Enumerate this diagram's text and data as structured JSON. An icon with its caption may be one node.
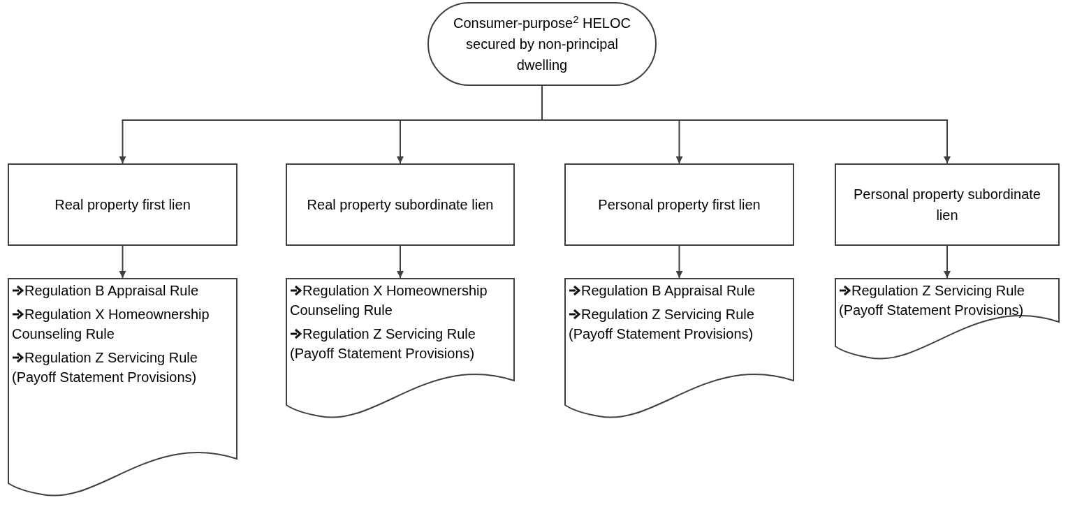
{
  "diagram": {
    "nodes": [
      {
        "text": [
          "Consumer-purpose$^{2}$ HELOC secured by non-principal dwelling"
        ]
      },
      {
        "text": [
          "Real property first lien"
        ]
      },
      {
        "text": [
          "Real property subordinate lien"
        ]
      },
      {
        "text": [
          "Personal property first lien"
        ]
      },
      {
        "text": [
          "Personal property subordinate lien"
        ]
      },
      {
        "text": [
          "Regulation B Appraisal Rule",
          "Regulation X Homeownership Counseling Rule",
          "Regulation Z Servicing Rule (Payoff Statement Provisions)"
        ]
      },
      {
        "text": [
          "Regulation X Homeownership Counseling Rule",
          "Regulation Z Servicing Rule (Payoff Statement Provisions)"
        ]
      },
      {
        "text": [
          "Regulation B Appraisal Rule",
          "Regulation Z Servicing Rule (Payoff Statement Provisions)"
        ]
      },
      {
        "text": [
          "Regulation Z Servicing Rule (Payoff Statement Provisions)"
        ]
      }
    ],
    "edges": [
      {
        "from": 0,
        "to": 1,
        "arrow": "to"
      },
      {
        "from": 0,
        "to": 2,
        "arrow": "to"
      },
      {
        "from": 0,
        "to": 3,
        "arrow": "to"
      },
      {
        "from": 0,
        "to": 4,
        "arrow": "to"
      },
      {
        "from": 1,
        "to": 5,
        "arrow": "to"
      },
      {
        "from": 2,
        "to": 6,
        "arrow": "to"
      },
      {
        "from": 3,
        "to": 7,
        "arrow": "to"
      },
      {
        "from": 4,
        "to": 8,
        "arrow": "to"
      }
    ]
  }
}
